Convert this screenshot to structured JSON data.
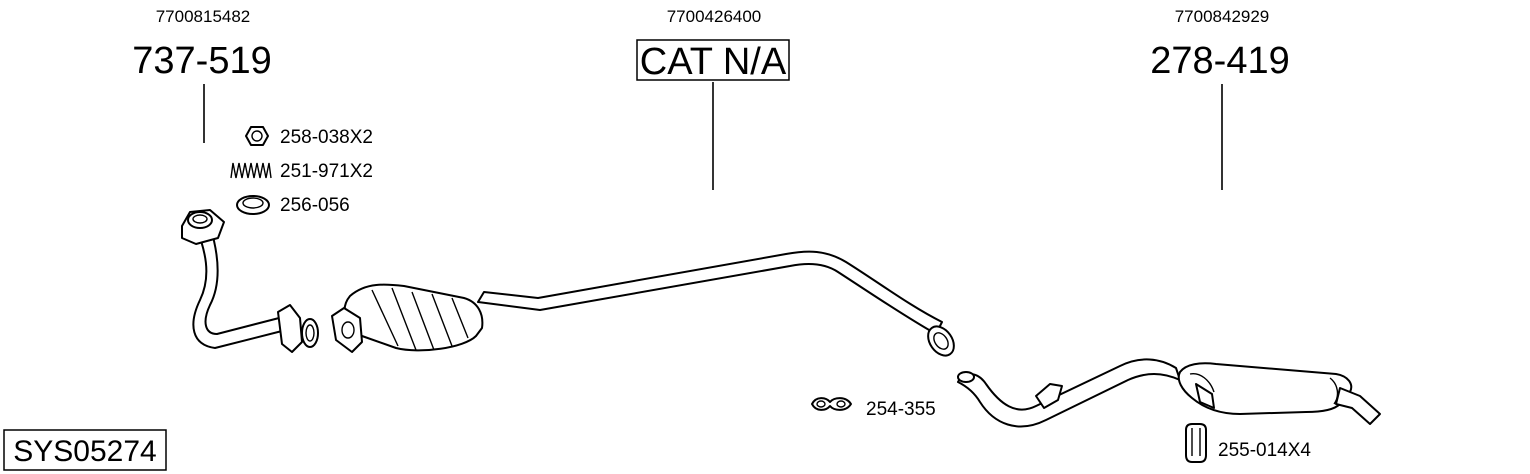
{
  "diagram": {
    "system_code": "SYS05274",
    "sections": [
      {
        "oem_number": "7700815482",
        "part_number": "737-519",
        "boxed": false
      },
      {
        "oem_number": "7700426400",
        "part_number": "CAT N/A",
        "boxed": true
      },
      {
        "oem_number": "7700842929",
        "part_number": "278-419",
        "boxed": false
      }
    ],
    "accessories": [
      {
        "label": "258-038X2",
        "icon": "nut-icon"
      },
      {
        "label": "251-971X2",
        "icon": "spring-icon"
      },
      {
        "label": "256-056",
        "icon": "gasket-ring-icon"
      },
      {
        "label": "254-355",
        "icon": "pipe-clamp-icon"
      },
      {
        "label": "255-014X4",
        "icon": "rubber-mount-icon"
      }
    ]
  }
}
